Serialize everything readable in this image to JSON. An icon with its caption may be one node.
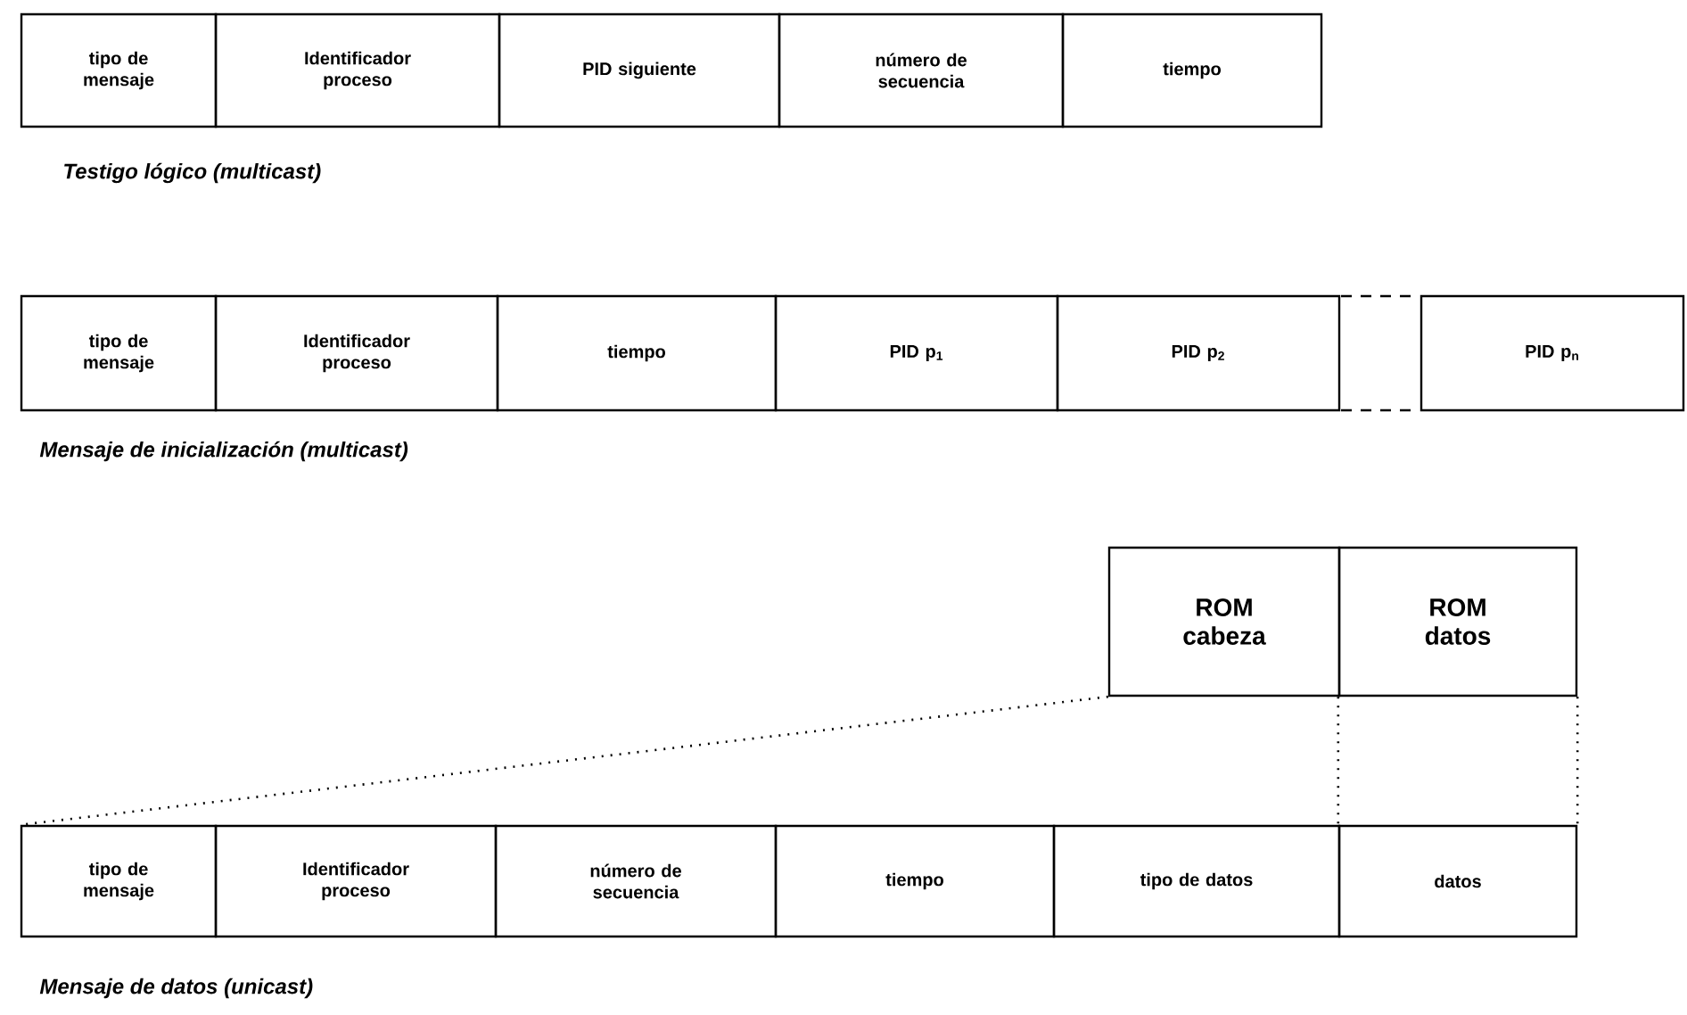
{
  "diagram": {
    "nodes": [
      {
        "text": [
          "tipo de mensaje"
        ]
      },
      {
        "text": [
          "Identificador proceso"
        ]
      },
      {
        "text": [
          "PID siguiente"
        ]
      },
      {
        "text": [
          "número de secuencia"
        ]
      },
      {
        "text": [
          "tiempo"
        ]
      },
      {
        "text": [
          "tipo de mensaje"
        ]
      },
      {
        "text": [
          "Identificador proceso"
        ]
      },
      {
        "text": [
          "tiempo"
        ]
      },
      {
        "text": [
          "PID p$_{1}$"
        ]
      },
      {
        "text": [
          "PID p$_{2}$"
        ]
      },
      {
        "text": [
          "PID p$_{n}$"
        ]
      },
      {
        "text": [
          "ROM cabeza"
        ]
      },
      {
        "text": [
          "ROM datos"
        ]
      },
      {
        "text": [
          "tipo de mensaje"
        ]
      },
      {
        "text": [
          "Identificador proceso"
        ]
      },
      {
        "text": [
          "número de secuencia"
        ]
      },
      {
        "text": [
          "tiempo"
        ]
      },
      {
        "text": [
          "tipo de datos"
        ]
      },
      {
        "text": [
          "datos"
        ]
      }
    ],
    "edges": [
      {
        "from": 11,
        "to": 13,
        "arrow": "none",
        "style": "dashed"
      },
      {
        "from": 12,
        "to": 18,
        "arrow": "none",
        "style": "dashed"
      }
    ],
    "labels": [
      "Testigo lógico (multicast)",
      "Mensaje de inicialización (multicast)",
      "Mensaje  de datos (unicast)"
    ]
  }
}
